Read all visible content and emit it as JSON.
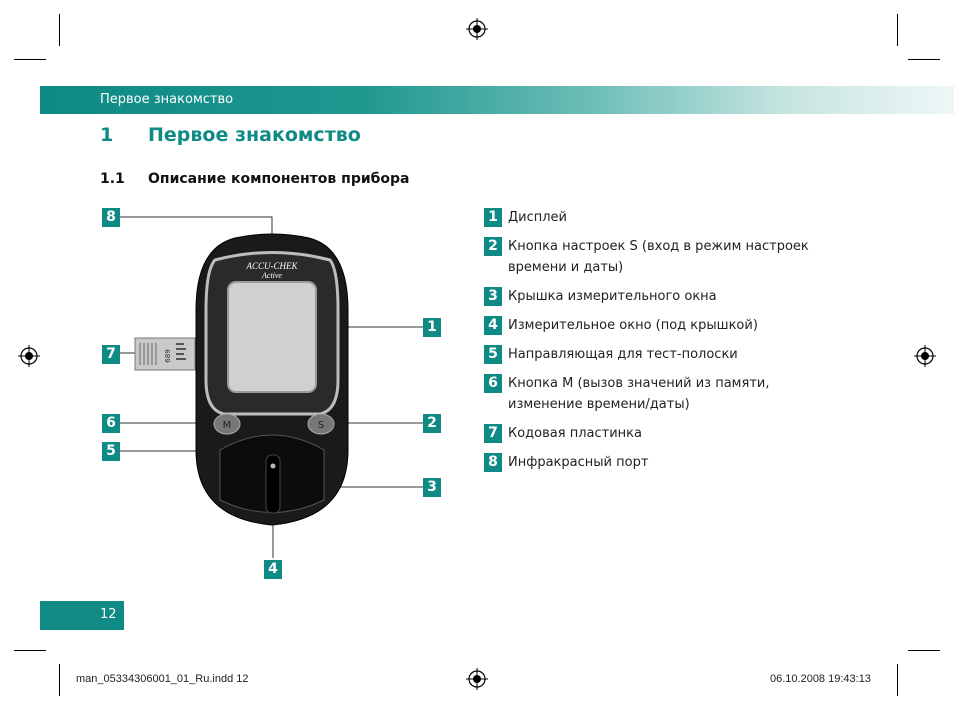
{
  "header": {
    "band_title": "Первое знакомство"
  },
  "chapter": {
    "number": "1",
    "title": "Первое знакомство"
  },
  "section": {
    "number": "1.1",
    "title": "Описание компонентов прибора"
  },
  "device": {
    "brand_line1": "ACCU-CHEK",
    "brand_line2": "Active",
    "button_m": "M",
    "button_s": "S",
    "code_chip_text": "689"
  },
  "callouts": [
    "1",
    "2",
    "3",
    "4",
    "5",
    "6",
    "7",
    "8"
  ],
  "legend": [
    {
      "num": "1",
      "text": "Дисплей"
    },
    {
      "num": "2",
      "text": "Кнопка настроек S (вход в режим настроек времени и даты)"
    },
    {
      "num": "3",
      "text": "Крышка измерительного окна"
    },
    {
      "num": "4",
      "text": "Измерительное окно (под крышкой)"
    },
    {
      "num": "5",
      "text": "Направляющая для тест-полоски"
    },
    {
      "num": "6",
      "text": "Кнопка M (вызов значений из памяти, изменение времени/даты)"
    },
    {
      "num": "7",
      "text": "Кодовая пластинка"
    },
    {
      "num": "8",
      "text": "Инфракрасный порт"
    }
  ],
  "page_number": "12",
  "footer": {
    "file": "man_05334306001_01_Ru.indd   12",
    "datetime": "06.10.2008   19:43:13"
  },
  "colors": {
    "accent": "#0f8a84",
    "device_body": "#1a1a1a"
  }
}
